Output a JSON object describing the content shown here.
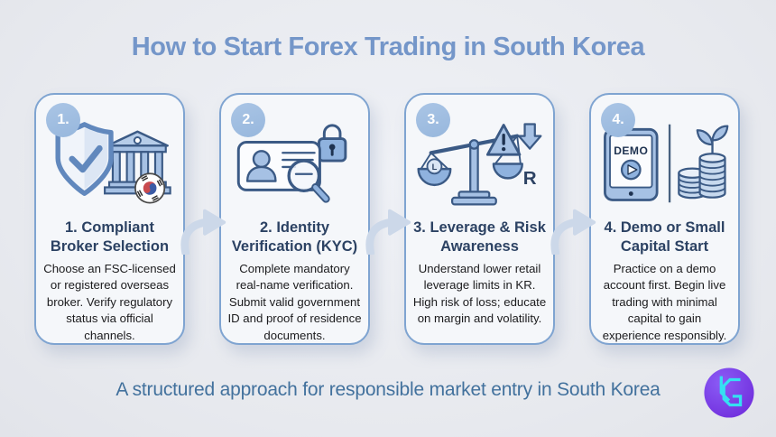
{
  "header": {
    "title": "How to Start Forex Trading in South Korea"
  },
  "steps": [
    {
      "badge": "1.",
      "title": "1. Compliant Broker Selection",
      "description": "Choose an FSC-licensed or registered overseas broker. Verify regulatory status via official channels.",
      "icon": "shield-check-bank-korea-flag-icon"
    },
    {
      "badge": "2.",
      "title": "2. Identity Verification (KYC)",
      "description": "Complete mandatory real-name verification. Submit valid government ID and proof of residence documents.",
      "icon": "id-card-lock-magnifier-icon"
    },
    {
      "badge": "3.",
      "title": "3. Leverage & Risk Awareness",
      "description": "Understand lower retail leverage limits in KR. High risk of loss; educate on margin and volatility.",
      "icon": "balance-scale-warning-icon",
      "icon_labels": {
        "left_pan": "L",
        "right_side": "R"
      }
    },
    {
      "badge": "4.",
      "title": "4. Demo or Small Capital Start",
      "description": "Practice on a demo account first. Begin live trading with minimal capital to gain experience responsibly.",
      "icon": "demo-tablet-coins-sprout-icon",
      "icon_labels": {
        "device": "DEMO"
      }
    }
  ],
  "footer": {
    "tagline": "A structured approach for responsible market entry in South Korea"
  },
  "colors": {
    "title_blue": "#7496c9",
    "card_border": "#7fa4d1",
    "card_background": "#f5f7fa",
    "page_background": "#e7e9ee",
    "badge_blue": "#9fbde2",
    "card_title_navy": "#2c4263",
    "body_text": "#1b1b1d",
    "footer_steel_blue": "#42719d",
    "arrow_light_blue": "#ccd8e9",
    "icon_fill_blue": "#a6c1e4",
    "icon_stroke_navy": "#3b5a85",
    "flag_red": "#c94a4e",
    "flag_blue": "#3b5ba5",
    "logo_purple": "#7c3aed",
    "logo_cyan": "#35e0f2"
  }
}
